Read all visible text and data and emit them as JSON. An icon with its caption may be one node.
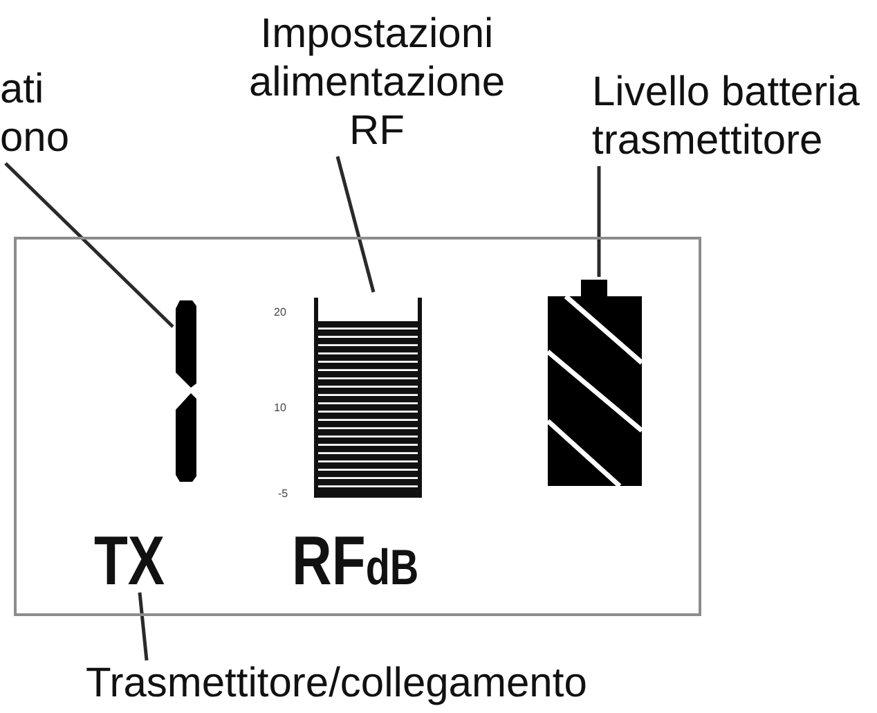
{
  "diagram": {
    "nodes": [
      {
        "text": [
          "ati ono"
        ]
      },
      {
        "text": [
          "Impostazioni alimentazione RF"
        ]
      },
      {
        "text": [
          "Livello batteria trasmettitore"
        ]
      },
      {
        "text": [],
        "shape": "box"
      },
      {
        "text": [],
        "shape": "picture",
        "in": 3
      },
      {
        "text": [],
        "shape": "bar",
        "in": 3
      },
      {
        "text": [],
        "shape": "battery",
        "in": 3
      },
      {
        "text": [
          "TX"
        ],
        "in": 3
      },
      {
        "text": [
          "RF$_{dB}$"
        ],
        "in": 3
      },
      {
        "text": [
          "Trasmettitore/collegamento"
        ]
      }
    ],
    "edges": [
      {
        "from": 0,
        "to": 4,
        "arrow": "none"
      },
      {
        "from": 1,
        "to": 5,
        "arrow": "none"
      },
      {
        "from": 2,
        "to": 6,
        "arrow": "none"
      },
      {
        "from": 9,
        "to": 7,
        "arrow": "none"
      }
    ],
    "labels": [
      "20",
      "10",
      "-5"
    ]
  }
}
